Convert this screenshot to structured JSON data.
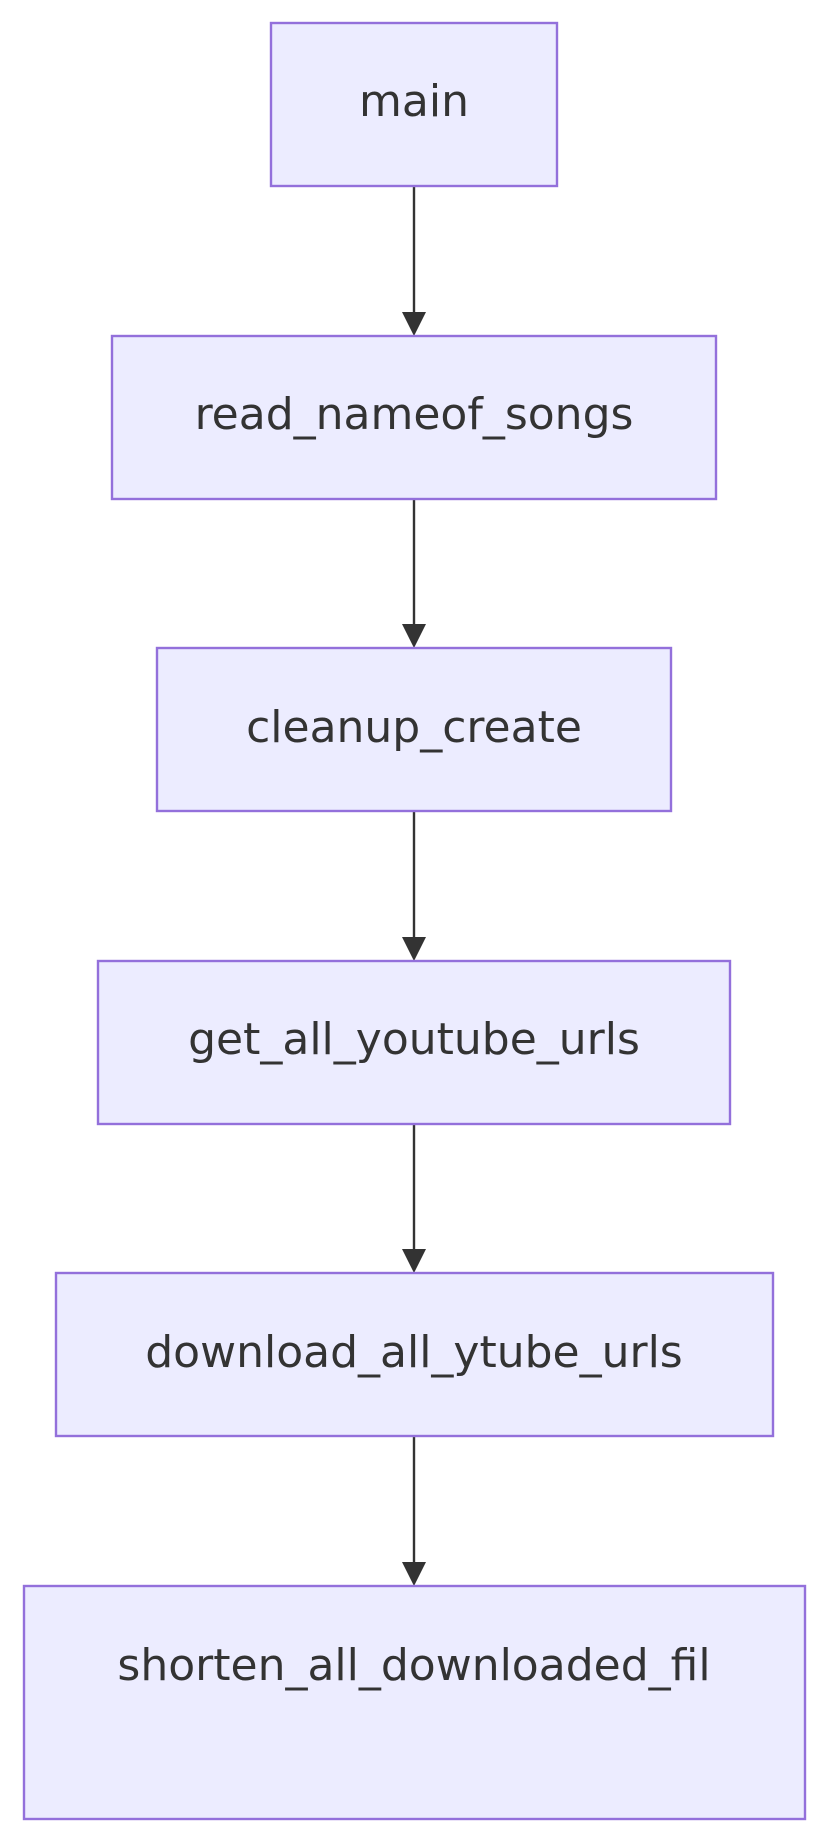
{
  "diagram": {
    "type": "flowchart",
    "direction": "top-to-bottom",
    "colors": {
      "node_fill": "#ECECFF",
      "node_stroke": "#9370DB",
      "edge": "#333333",
      "text": "#333333"
    },
    "nodes": [
      {
        "id": "main",
        "label": "main"
      },
      {
        "id": "read_nameof_songs",
        "label": "read_nameof_songs"
      },
      {
        "id": "cleanup_create",
        "label": "cleanup_create"
      },
      {
        "id": "get_all_youtube_urls",
        "label": "get_all_youtube_urls"
      },
      {
        "id": "download_all_ytube_urls",
        "label": "download_all_ytube_urls"
      },
      {
        "id": "shorten_all_downloaded_files",
        "label": "shorten_all_downloaded_fil"
      }
    ],
    "edges": [
      {
        "from": "main",
        "to": "read_nameof_songs"
      },
      {
        "from": "read_nameof_songs",
        "to": "cleanup_create"
      },
      {
        "from": "cleanup_create",
        "to": "get_all_youtube_urls"
      },
      {
        "from": "get_all_youtube_urls",
        "to": "download_all_ytube_urls"
      },
      {
        "from": "download_all_ytube_urls",
        "to": "shorten_all_downloaded_files"
      }
    ]
  }
}
